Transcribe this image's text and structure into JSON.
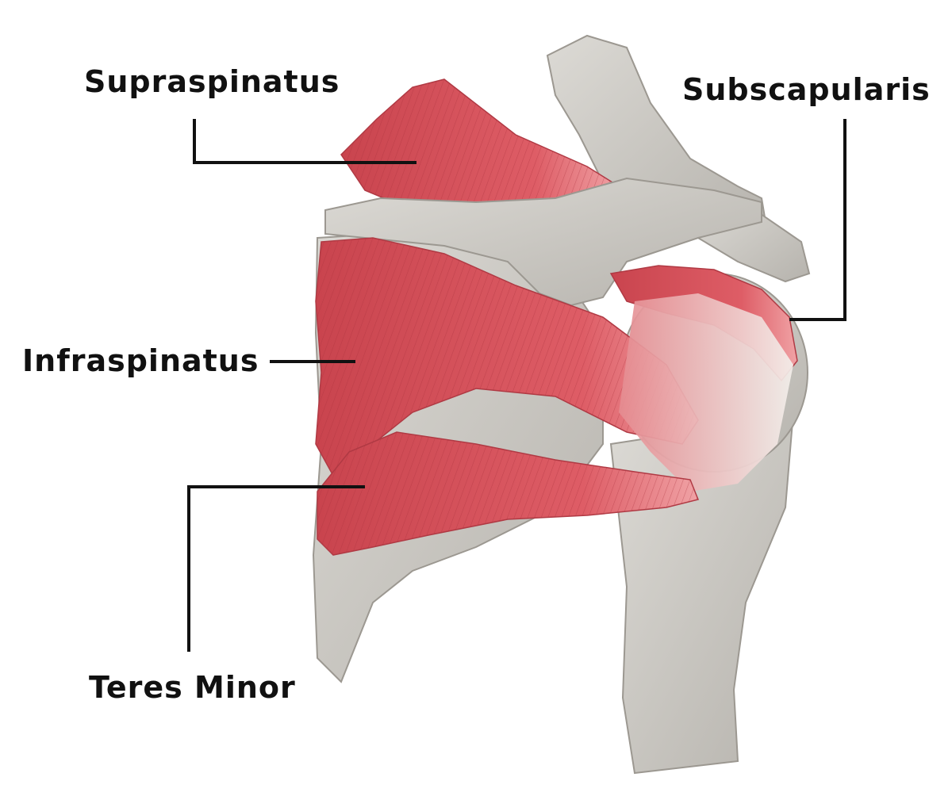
{
  "labels": {
    "supraspinatus": "Supraspinatus",
    "subscapularis": "Subscapularis",
    "infraspinatus": "Infraspinatus",
    "teres_minor": "Teres Minor"
  },
  "colors": {
    "muscle": "#d9535c",
    "muscle_light": "#ec8a8f",
    "tendon": "#f2eeea",
    "bone": "#c9c7c2",
    "bone_shadow": "#a8a59f",
    "leader_line": "#111111"
  }
}
